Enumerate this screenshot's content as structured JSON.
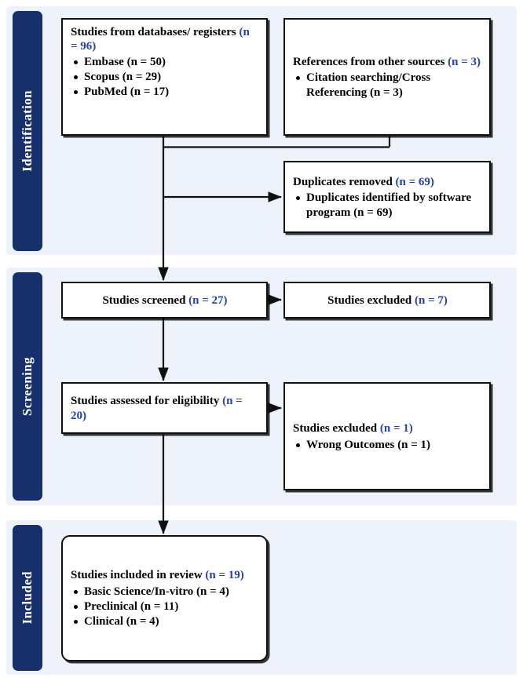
{
  "diagram": {
    "title": "PRISMA flow diagram",
    "colors": {
      "sidebar_navy": "#17306b",
      "band_background": "#eef2fb",
      "accent_blue": "#2641ab",
      "box_border": "#111111",
      "page_background": "#ffffff"
    }
  },
  "stages": [
    {
      "label": "Identification"
    },
    {
      "label": "Screening"
    },
    {
      "label": "Included"
    }
  ],
  "boxes": {
    "databases": {
      "header_text": "Studies from databases/ registers ",
      "header_count": "(n = 96)",
      "items": [
        "Embase (n = 50)",
        "Scopus (n = 29)",
        "PubMed (n = 17)"
      ]
    },
    "references": {
      "header_text": "References from other sources ",
      "header_count": "(n = 3)",
      "items": [
        "Citation searching/Cross Referencing (n = 3)"
      ]
    },
    "duplicates": {
      "header_text": "Duplicates removed ",
      "header_count": "(n = 69)",
      "items": [
        "Duplicates identified by software program (n = 69)"
      ]
    },
    "screened": {
      "header_text": "Studies screened ",
      "header_count": "(n = 27)",
      "items": []
    },
    "excluded_screening": {
      "header_text": "Studies excluded ",
      "header_count": "(n = 7)",
      "items": []
    },
    "eligibility": {
      "header_text": "Studies assessed for eligibility ",
      "header_count": "(n = 20)",
      "items": []
    },
    "excluded_eligibility": {
      "header_text": "Studies excluded ",
      "header_count": "(n = 1)",
      "items": [
        "Wrong Outcomes (n = 1)"
      ]
    },
    "included": {
      "header_text": "Studies included in review ",
      "header_count": "(n = 19)",
      "items": [
        "Basic Science/In-vitro (n = 4)",
        "Preclinical (n = 11)",
        "Clinical (n = 4)"
      ]
    }
  },
  "chart_data": {
    "type": "diagram",
    "title": "PRISMA flow diagram",
    "nodes": [
      {
        "id": "databases",
        "stage": "Identification",
        "label": "Studies from databases/ registers",
        "n": 96
      },
      {
        "id": "references",
        "stage": "Identification",
        "label": "References from other sources",
        "n": 3
      },
      {
        "id": "duplicates",
        "stage": "Identification",
        "label": "Duplicates removed",
        "n": 69
      },
      {
        "id": "screened",
        "stage": "Screening",
        "label": "Studies screened",
        "n": 27
      },
      {
        "id": "excluded_screening",
        "stage": "Screening",
        "label": "Studies excluded",
        "n": 7
      },
      {
        "id": "eligibility",
        "stage": "Screening",
        "label": "Studies assessed for eligibility",
        "n": 20
      },
      {
        "id": "excluded_eligibility",
        "stage": "Screening",
        "label": "Studies excluded",
        "n": 1
      },
      {
        "id": "included",
        "stage": "Included",
        "label": "Studies included in review",
        "n": 19
      }
    ],
    "edges": [
      {
        "from": "databases",
        "to": "merge",
        "type": "elbow"
      },
      {
        "from": "references",
        "to": "merge",
        "type": "elbow"
      },
      {
        "from": "merge",
        "to": "duplicates",
        "type": "arrow"
      },
      {
        "from": "merge",
        "to": "screened",
        "type": "arrow"
      },
      {
        "from": "screened",
        "to": "excluded_screening",
        "type": "arrow"
      },
      {
        "from": "screened",
        "to": "eligibility",
        "type": "arrow"
      },
      {
        "from": "eligibility",
        "to": "excluded_eligibility",
        "type": "arrow"
      },
      {
        "from": "eligibility",
        "to": "included",
        "type": "arrow"
      }
    ],
    "breakdowns": {
      "databases": [
        {
          "label": "Embase",
          "n": 50
        },
        {
          "label": "Scopus",
          "n": 29
        },
        {
          "label": "PubMed",
          "n": 17
        }
      ],
      "references": [
        {
          "label": "Citation searching/Cross Referencing",
          "n": 3
        }
      ],
      "duplicates": [
        {
          "label": "Duplicates identified by software program",
          "n": 69
        }
      ],
      "excluded_eligibility": [
        {
          "label": "Wrong Outcomes",
          "n": 1
        }
      ],
      "included": [
        {
          "label": "Basic Science/In-vitro",
          "n": 4
        },
        {
          "label": "Preclinical",
          "n": 11
        },
        {
          "label": "Clinical",
          "n": 4
        }
      ]
    }
  }
}
